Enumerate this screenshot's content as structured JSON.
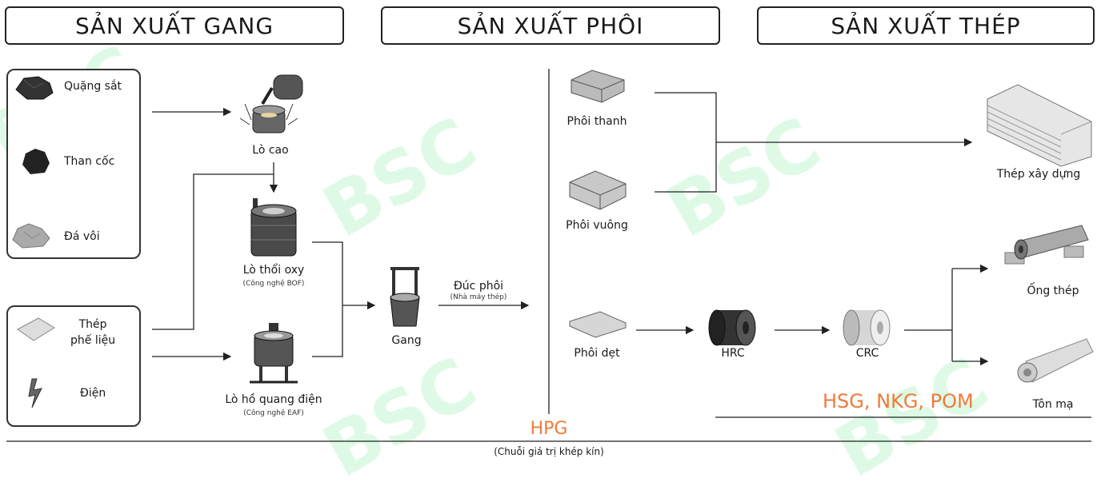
{
  "headers": {
    "iron": "SẢN XUẤT GANG",
    "billet": "SẢN XUẤT PHÔI",
    "steel": "SẢN XUẤT THÉP"
  },
  "inputs": {
    "ore": "Quặng sắt",
    "coke": "Than cốc",
    "limestone": "Đá vôi",
    "scrap": "Thép\nphế liệu",
    "electricity": "Điện"
  },
  "furnaces": {
    "blast": "Lò cao",
    "bof": "Lò thổi oxy",
    "bof_sub": "(Công nghệ BOF)",
    "eaf": "Lò hồ quang điện",
    "eaf_sub": "(Công nghệ EAF)"
  },
  "middle": {
    "pig_iron": "Gang",
    "casting": "Đúc phôi",
    "casting_sub": "(Nhà máy thép)"
  },
  "billets": {
    "bar": "Phôi thanh",
    "square": "Phôi vuông",
    "slab": "Phôi dẹt"
  },
  "products": {
    "hrc": "HRC",
    "crc": "CRC",
    "construction": "Thép xây dựng",
    "pipe": "Ống thép",
    "galvanized": "Tôn mạ"
  },
  "companies": "HSG, NKG, POM",
  "footer": {
    "brand": "HPG",
    "caption": "(Chuỗi giá trị khép kín)"
  },
  "watermark": "BSC",
  "colors": {
    "accent": "#f07a3a",
    "watermark": "#b8f5c9",
    "line": "#222222"
  }
}
